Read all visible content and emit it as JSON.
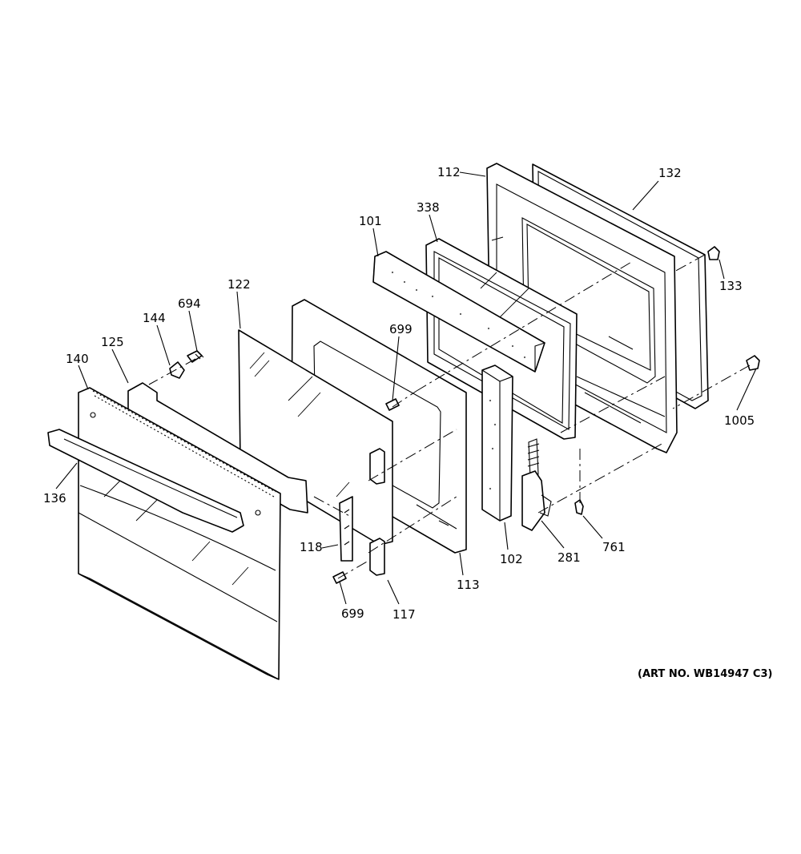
{
  "art_number": "(ART NO. WB14947 C3)",
  "callouts": {
    "p101": "101",
    "p102": "102",
    "p112": "112",
    "p113": "113",
    "p117": "117",
    "p118": "118",
    "p122": "122",
    "p125": "125",
    "p132": "132",
    "p133": "133",
    "p136": "136",
    "p140": "140",
    "p144": "144",
    "p281": "281",
    "p338": "338",
    "p694": "694",
    "p699a": "699",
    "p699b": "699",
    "p761": "761",
    "p1005": "1005"
  }
}
